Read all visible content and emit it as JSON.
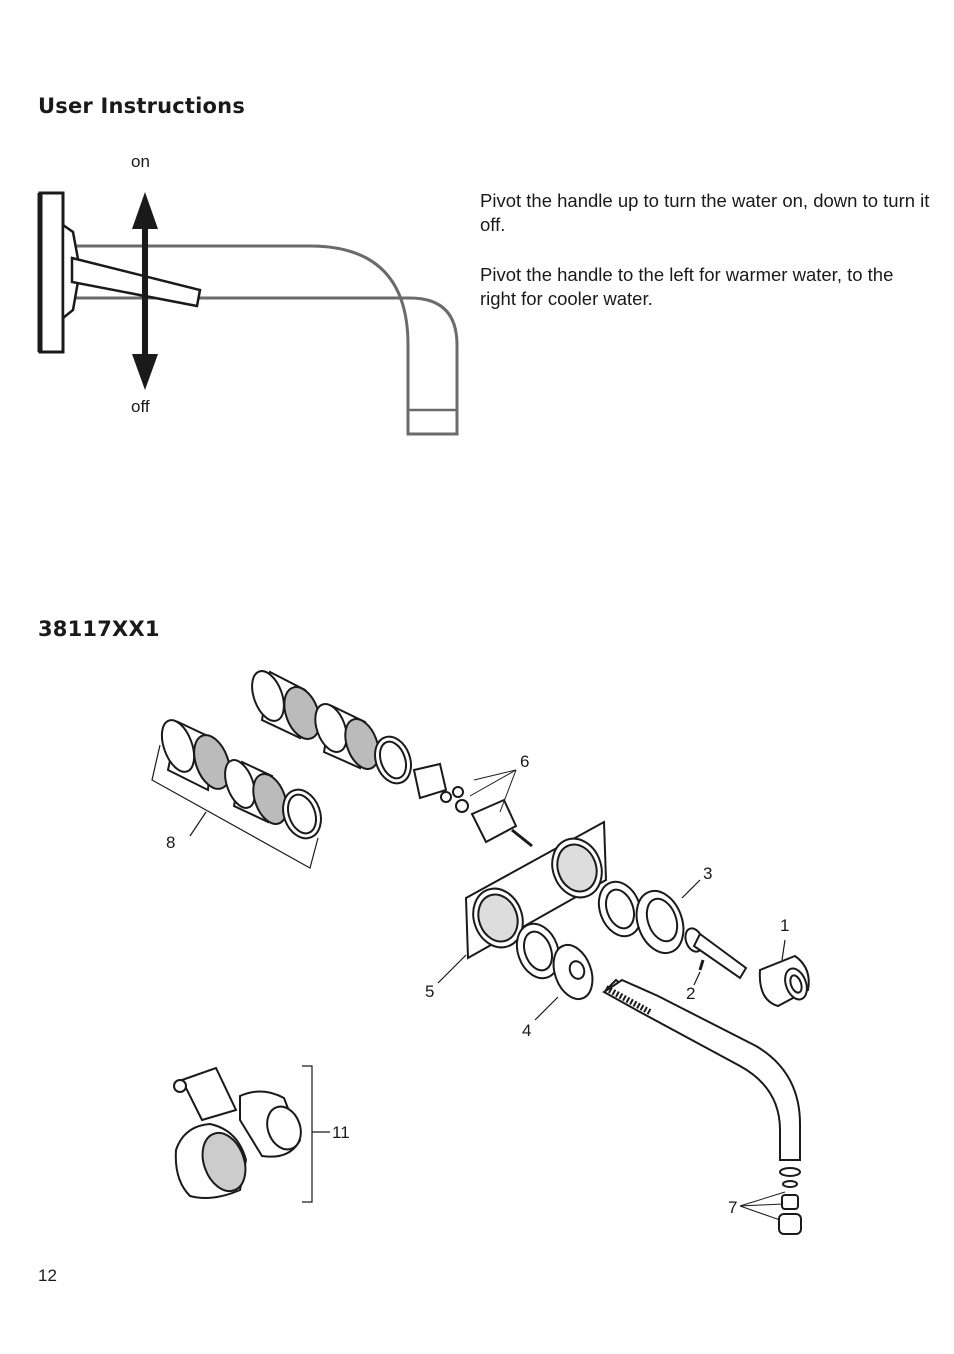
{
  "section1": {
    "title": "User Instructions",
    "label_on": "on",
    "label_off": "off",
    "paragraphs": [
      "Pivot the handle up to turn the water on, down to turn it off.",
      "Pivot the handle to the left for warmer water, to the right for cooler water."
    ]
  },
  "section2": {
    "title": "38117XX1",
    "callouts": [
      "1",
      "2",
      "3",
      "4",
      "5",
      "6",
      "7",
      "8",
      "11"
    ]
  },
  "page_number": "12"
}
